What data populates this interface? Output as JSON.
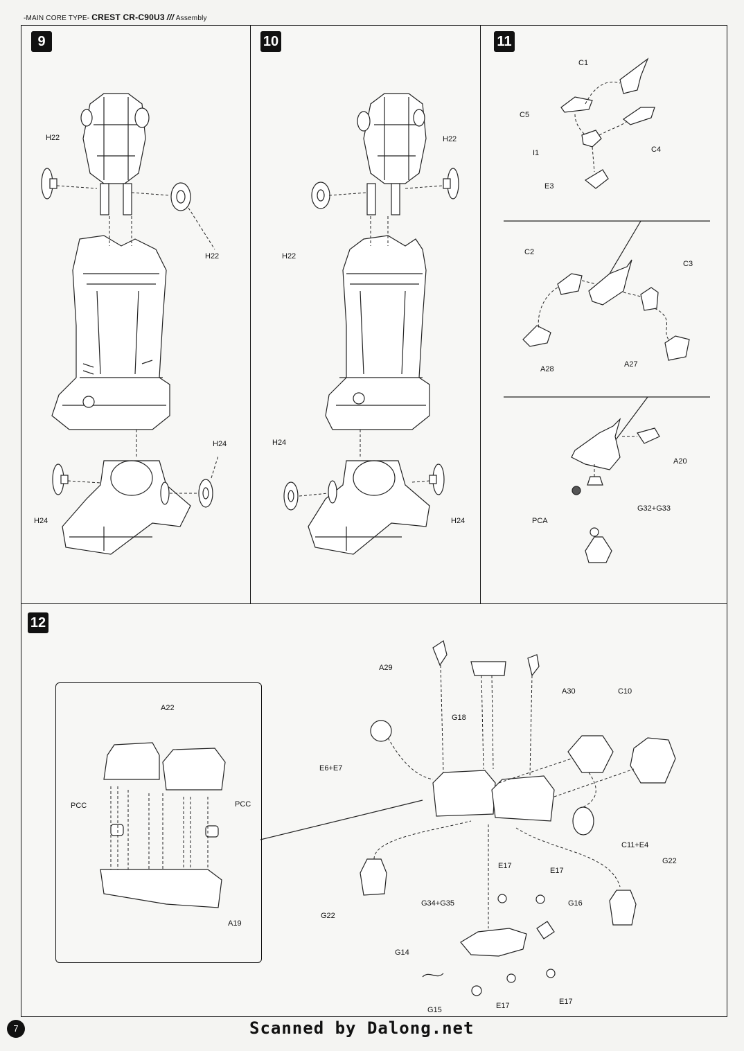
{
  "header": {
    "prefix": "-MAIN CORE TYPE-",
    "model": "CREST CR-C90U3",
    "mark": "///",
    "section": "Assembly"
  },
  "steps": {
    "s9": "9",
    "s10": "10",
    "s11": "11",
    "s12": "12"
  },
  "step9_labels": [
    "H22",
    "H22",
    "H24",
    "H24"
  ],
  "step10_labels": [
    "H22",
    "H22",
    "H24",
    "H24"
  ],
  "step11_labels": [
    "C1",
    "C5",
    "C4",
    "I1",
    "E3",
    "C2",
    "C3",
    "A28",
    "A27",
    "A20",
    "PCA",
    "G32+G33"
  ],
  "step12_labels": [
    "A22",
    "PCC",
    "PCC",
    "A19",
    "A29",
    "G18",
    "A30",
    "C10",
    "E6+E7",
    "C11+E4",
    "G22",
    "G22",
    "E17",
    "E17",
    "G34+G35",
    "G16",
    "G14",
    "G15",
    "E17",
    "E17"
  ],
  "page_number": "7",
  "credit": "Scanned by Dalong.net"
}
